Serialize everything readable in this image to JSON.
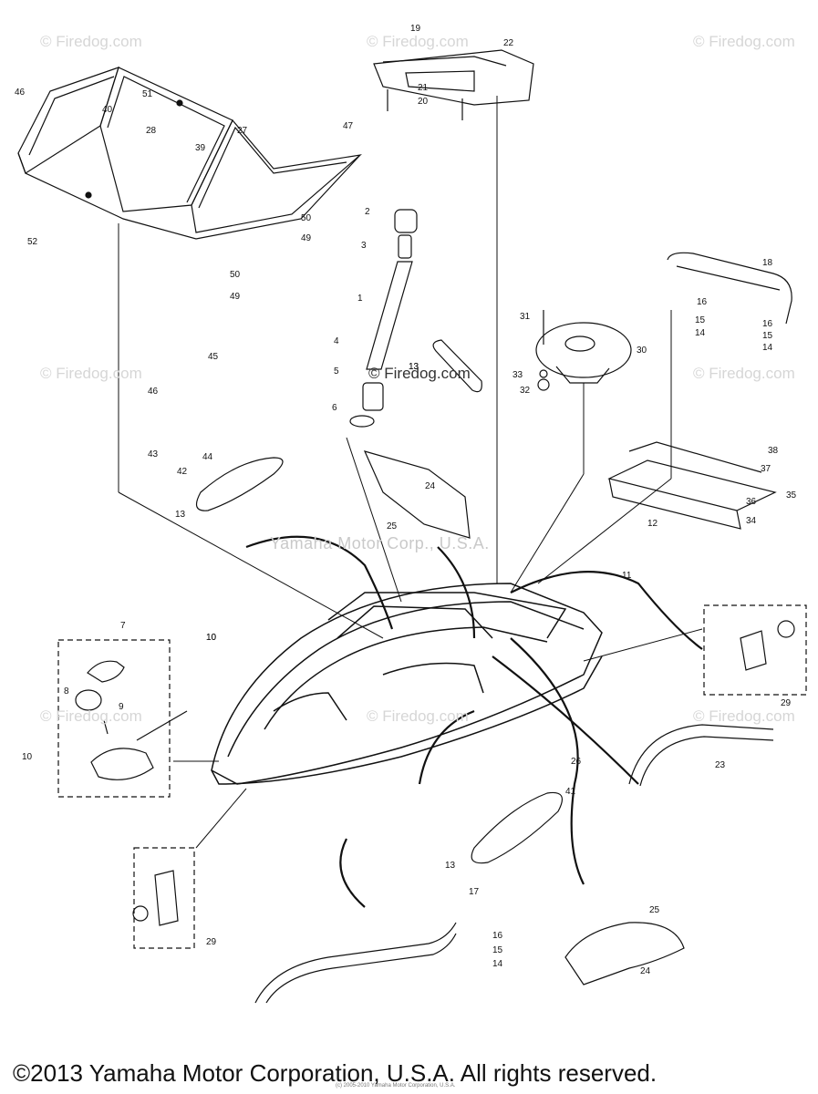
{
  "watermarks": {
    "tl": "© Firedog.com",
    "tc": "© Firedog.com",
    "tr": "© Firedog.com",
    "ml": "© Firedog.com",
    "mc": "© Firedog.com",
    "mr": "© Firedog.com",
    "bl": "© Firedog.com",
    "bc": "© Firedog.com",
    "br": "© Firedog.com",
    "center_line": "Yamaha Motor Corp., U.S.A."
  },
  "copyright": "©2013 Yamaha Motor Corporation, U.S.A. All rights reserved.",
  "tiny_copyright": "(c) 2005-2010 Yamaha Motor Corporation, U.S.A.",
  "callouts": [
    "1",
    "2",
    "3",
    "4",
    "5",
    "6",
    "7",
    "8",
    "9",
    "10",
    "10",
    "10",
    "11",
    "12",
    "13",
    "13",
    "13",
    "13",
    "14",
    "14",
    "14",
    "15",
    "15",
    "15",
    "16",
    "16",
    "16",
    "17",
    "18",
    "19",
    "20",
    "21",
    "22",
    "23",
    "24",
    "24",
    "25",
    "25",
    "26",
    "27",
    "28",
    "29",
    "29",
    "30",
    "31",
    "32",
    "33",
    "34",
    "35",
    "36",
    "37",
    "38",
    "39",
    "40",
    "41",
    "42",
    "43",
    "44",
    "45",
    "46",
    "46",
    "47",
    "49",
    "49",
    "50",
    "50",
    "51",
    "52"
  ]
}
